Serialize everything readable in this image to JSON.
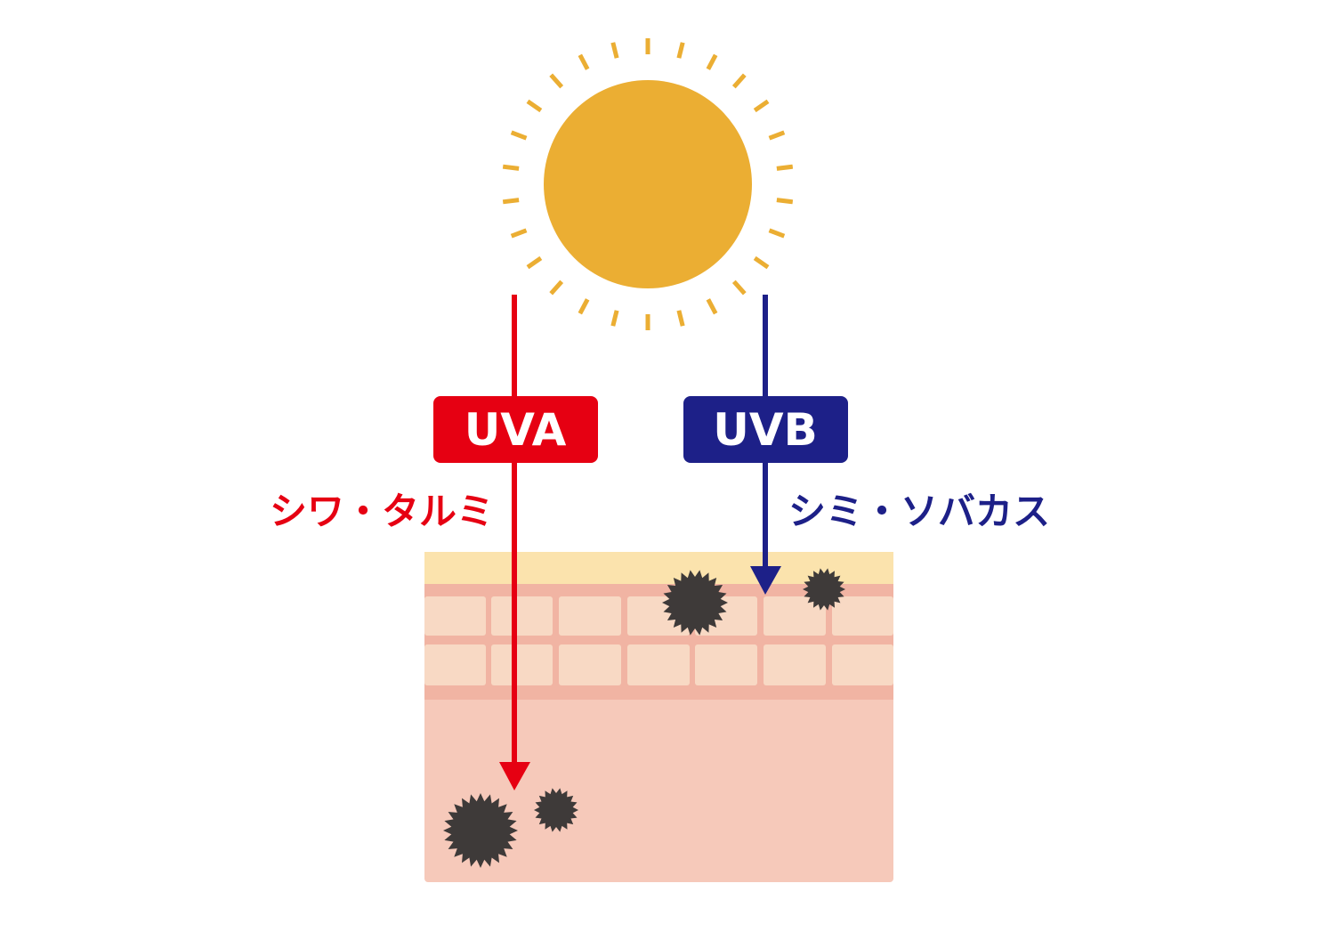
{
  "labels": {
    "uva": "UVA",
    "uvb": "UVB",
    "uva_effect": "シワ・タルミ",
    "uvb_effect": "シミ・ソバカス"
  },
  "colors": {
    "sun": "#ebae33",
    "uva": "#e60012",
    "uvb": "#1d2088",
    "stratum": "#fbe3ad",
    "epidermis_line": "#f1b4a3",
    "cell": "#f8d9c4",
    "dermis": "#f6c9ba",
    "spot": "#3e3a39"
  },
  "icons": {
    "sun": "sun-icon",
    "damage_spot": "spiky-spot-icon"
  }
}
